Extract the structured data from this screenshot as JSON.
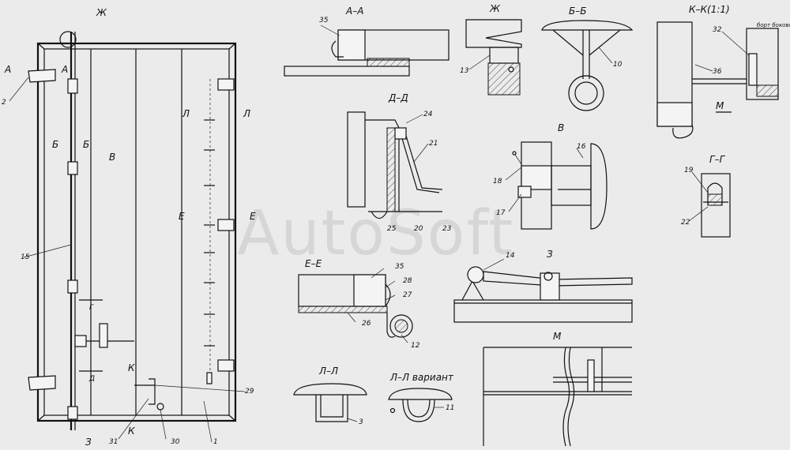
{
  "watermark": "AutoSoft",
  "section_titles": {
    "aa": "А–А",
    "zh": "Ж",
    "bb": "Б–Б",
    "kk": "К–К(1:1)",
    "dd": "Д–Д",
    "v": "В",
    "gg": "Г–Г",
    "ee": "Е–Е",
    "ll": "Л–Л",
    "ll_variant": "Л–Л вариант",
    "m_view": "М",
    "z_view": "З",
    "m_arrow": "М"
  },
  "cut_marks": {
    "zh_top": "Ж",
    "a_left": "А",
    "a_right": "А",
    "b_left": "Б",
    "b_right": "Б",
    "v_arrow": "В",
    "l_left": "Л",
    "l_right": "Л",
    "e_left": "Е",
    "e_right": "Е",
    "g_left": "Г",
    "d_left": "Д",
    "k_top": "К",
    "k_bottom": "К",
    "z_bottom": "З"
  },
  "callouts": {
    "n1": "1",
    "n2": "2",
    "n3": "3",
    "n10": "10",
    "n11": "11",
    "n12": "12",
    "n13": "13",
    "n14": "14",
    "n15": "15",
    "n16": "16",
    "n17": "17",
    "n18": "18",
    "n19": "19",
    "n20": "20",
    "n21": "21",
    "n22": "22",
    "n23": "23",
    "n24": "24",
    "n25": "25",
    "n26": "26",
    "n27": "27",
    "n28": "28",
    "n29": "29",
    "n30": "30",
    "n31": "31",
    "n32": "32",
    "n35a": "35",
    "n35b": "35",
    "n36": "36"
  },
  "notes": {
    "board_note": "борт боковой"
  }
}
